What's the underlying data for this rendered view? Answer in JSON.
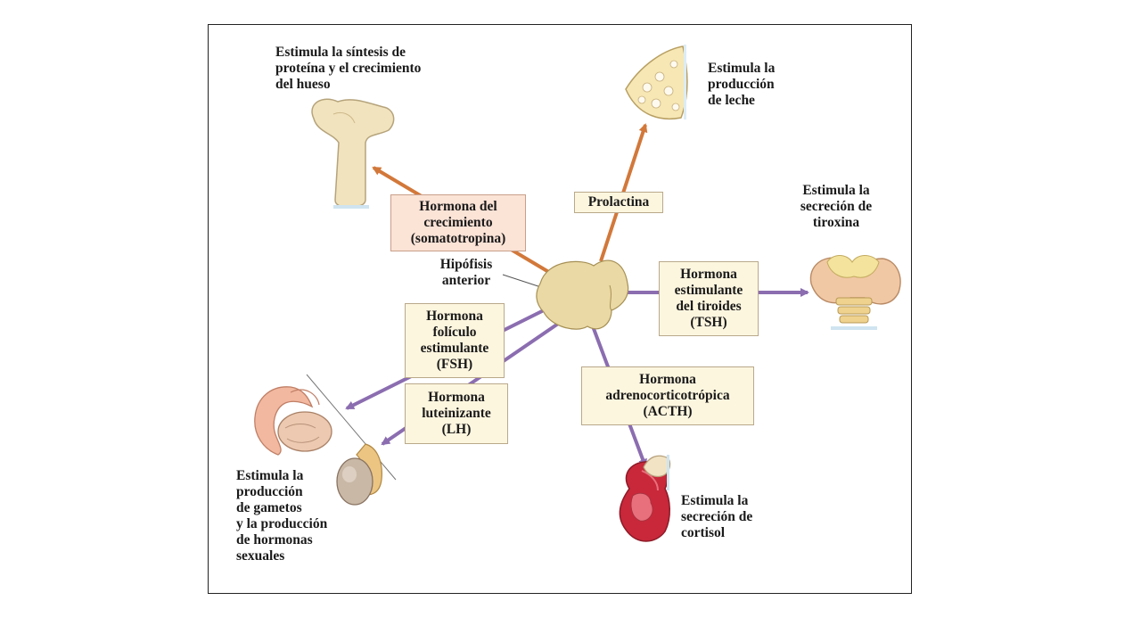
{
  "colors": {
    "orange_arrow": "#d2783a",
    "purple_arrow": "#8b6db0",
    "gland_fill": "#ead9a4",
    "hormone_box_fill": "#fdf6df",
    "growth_box_fill": "#fbe3d6"
  },
  "center": {
    "label": "Hipófisis\nanterior",
    "icon": "pituitary-gland-icon"
  },
  "hormones": {
    "growth": "Hormona del\ncrecimiento\n(somatotropina)",
    "prolactin": "Prolactina",
    "tsh": "Hormona\nestimulante\ndel tiroides\n(TSH)",
    "fsh": "Hormona\nfolículo\nestimulante\n(FSH)",
    "lh": "Hormona\nluteinizante\n(LH)",
    "acth": "Hormona\nadrenocorticotrópica\n(ACTH)"
  },
  "effects": {
    "bone": "Estimula la síntesis de\nproteína y el crecimiento\ndel hueso",
    "milk": "Estimula la\nproducción\nde leche",
    "thyroxine": "Estimula la\nsecreción de\ntiroxina",
    "gametes": "Estimula la\nproducción\nde gametos\ny la producción\nde hormonas\nsexuales",
    "cortisol": "Estimula la\nsecreción de\ncortisol"
  },
  "targets": {
    "bone": "bone-icon",
    "breast": "mammary-gland-icon",
    "thyroid": "thyroid-icon",
    "ovary": "ovary-icon",
    "testis": "testis-icon",
    "adrenal": "adrenal-kidney-icon"
  }
}
